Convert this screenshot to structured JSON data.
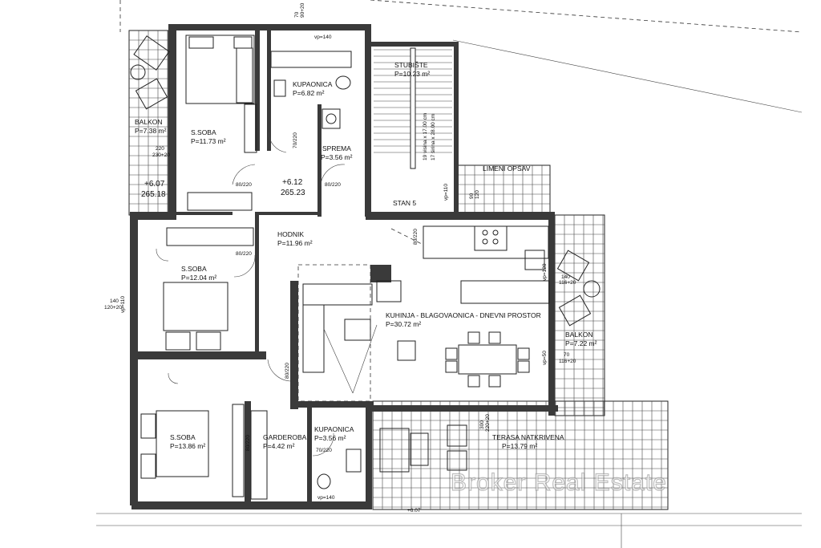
{
  "rooms": [
    {
      "id": "balkon-left",
      "name": "BALKON",
      "area": "P=7.38 m²"
    },
    {
      "id": "ssoba-top",
      "name": "S.SOBA",
      "area": "P=11.73 m²"
    },
    {
      "id": "kupaonica-top",
      "name": "KUPAONICA",
      "area": "P=6.82 m²"
    },
    {
      "id": "spremа",
      "name": "SPREMA",
      "area": "P=3.56 m²"
    },
    {
      "id": "stubiste",
      "name": "STUBIŠTE",
      "area": "P=10.23 m²"
    },
    {
      "id": "hodnik",
      "name": "HODNIK",
      "area": "P=11.96 m²"
    },
    {
      "id": "ssoba-mid",
      "name": "S.SOBA",
      "area": "P=12.04 m²"
    },
    {
      "id": "kuhinja",
      "name": "KUHINJA - BLAGOVAONICA - DNEVNI PROSTOR",
      "area": "P=30.72 m²"
    },
    {
      "id": "balkon-right",
      "name": "BALKON",
      "area": "P=7.22 m²"
    },
    {
      "id": "ssoba-bottom",
      "name": "S.SOBA",
      "area": "P=13.86 m²"
    },
    {
      "id": "garderoba",
      "name": "GARDEROBA",
      "area": "P=4.42 m²"
    },
    {
      "id": "kupaonica-bottom",
      "name": "KUPAONICA",
      "area": "P=3.56 m²"
    },
    {
      "id": "terasa",
      "name": "TERASA NATKRIVENA",
      "area": "P=13.79 m²"
    }
  ],
  "labels": {
    "stan": "STAN 5",
    "limeni_opsav": "LIMENI OPŠAV",
    "stair_spec_1": "19 visina x 17.00 cm",
    "stair_spec_2": "17 širina x 28.00 cm",
    "level_hall_1": "+6.12",
    "level_hall_2": "265.23",
    "level_balcony_1": "+6.07",
    "level_balcony_2": "265.18",
    "bottom_level": "+6.07"
  },
  "openings": {
    "d1": "80/220",
    "d2": "80/220",
    "d3": "80/220",
    "d4": "80/220",
    "d5": "80/220",
    "d6": "70/220",
    "d7": "70/220",
    "d8": "80/220",
    "w1": "vp=140",
    "w2": "vp=140",
    "w3": "vp=110",
    "w4": "vp=110",
    "w5": "vp=120",
    "w6": "vp=50",
    "w7_a": "220",
    "w7_b": "230+20",
    "w8_a": "140",
    "w8_b": "120+20",
    "w9_a": "140",
    "w9_b": "116+20",
    "w10_a": "70",
    "w10_b": "116+20",
    "w11_a": "90",
    "w11_b": "120",
    "w12_a": "300",
    "w12_b": "220+20",
    "w13_a": "70",
    "w13_b": "90+20"
  },
  "watermark": "Broker Real Estate"
}
